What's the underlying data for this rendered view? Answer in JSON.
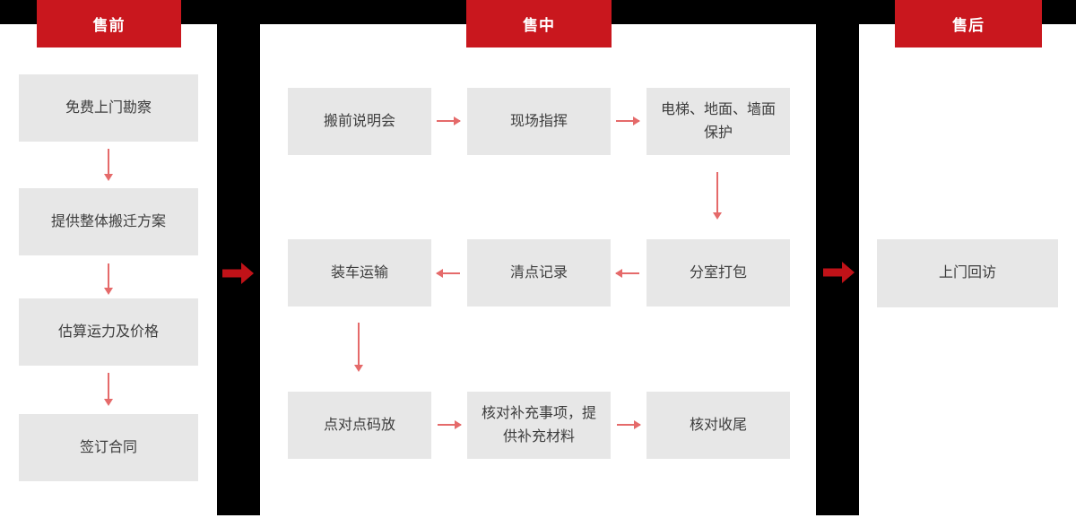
{
  "diagram": {
    "type": "flowchart",
    "title_hidden": "",
    "phases": [
      {
        "id": "presale",
        "label": "售前"
      },
      {
        "id": "midsale",
        "label": "售中"
      },
      {
        "id": "aftersale",
        "label": "售后"
      }
    ],
    "presale_steps": [
      "免费上门勘察",
      "提供整体搬迁方案",
      "估算运力及价格",
      "签订合同"
    ],
    "midsale_rows": [
      {
        "direction": "right",
        "steps": [
          "搬前说明会",
          "现场指挥",
          "电梯、地面、墙面保护"
        ]
      },
      {
        "direction": "left",
        "steps": [
          "装车运输",
          "清点记录",
          "分室打包"
        ]
      },
      {
        "direction": "right",
        "steps": [
          "点对点码放",
          "核对补充事项，提供补充材料",
          "核对收尾"
        ]
      }
    ],
    "aftersale_steps": [
      "上门回访"
    ],
    "colors": {
      "badge_red": "#c9171e",
      "block_arrow_red": "#c01218",
      "line_arrow_red": "#e56a6a",
      "box_grey": "#e7e7e7",
      "frame_black": "#000000",
      "text_dark": "#3d3d3d"
    }
  }
}
